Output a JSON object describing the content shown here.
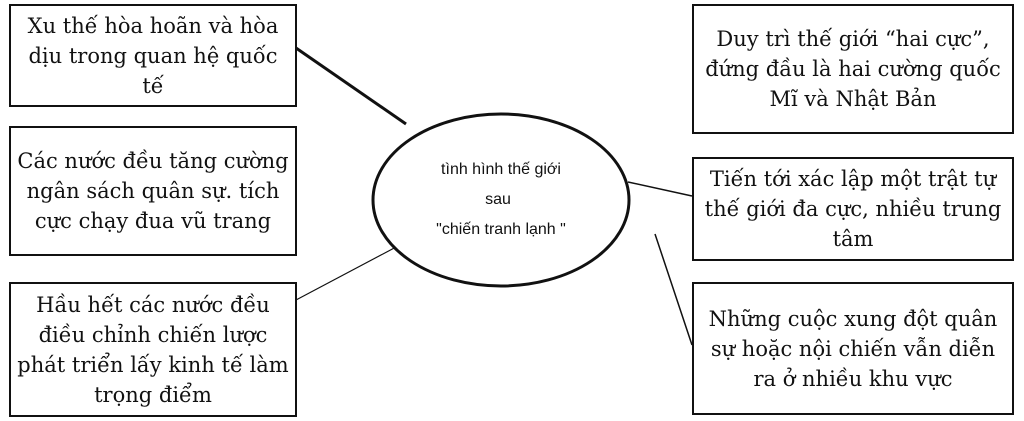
{
  "center": {
    "line1": "tình hình thế giới",
    "line2": "sau",
    "line3": "\"chiến tranh lạnh \""
  },
  "left_boxes": [
    {
      "text": "Xu thế hòa hoãn và hòa dịu trong quan hệ quốc tế"
    },
    {
      "text": "Các nước đều tăng cường ngân sách quân sự. tích cực chạy đua vũ trang"
    },
    {
      "text": "Hầu hết các nước đều điều chỉnh chiến lược phát triển lấy kinh tế làm trọng điểm"
    }
  ],
  "right_boxes": [
    {
      "text": "Duy trì thế giới “hai cực”, đứng đầu là hai cường quốc Mĩ và Nhật Bản"
    },
    {
      "text": "Tiến tới xác lập một trật tự thế giới đa cực, nhiều trung tâm"
    },
    {
      "text": "Những cuộc xung đột quân sự hoặc nội chiến vẫn diễn ra ở nhiều khu vực"
    }
  ],
  "colors": {
    "stroke": "#111111",
    "background": "#ffffff"
  }
}
